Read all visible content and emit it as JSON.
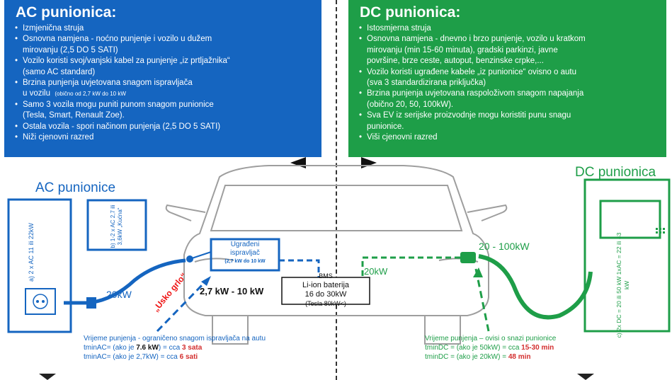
{
  "ac_panel": {
    "title": "AC punionica:",
    "items": [
      "Izmjenična struja",
      "Osnovna namjena - noćno punjenje i vozilo u dužem",
      "mirovanju  (2,5 DO 5 SATI)",
      "Vozilo koristi svoj/vanjski kabel za punjenje „iz prtljažnika“",
      "(samo AC standard)",
      "Brzina punjenja uvjetovana snagom ispravljača",
      "u vozilu",
      "(obično od 2,7 kW do 10 kW",
      "Samo 3 vozila mogu puniti punom snagom punionice",
      "(Tesla, Smart, Renault Zoe).",
      "Ostala vozila - spori načinom punjenja (2,5 DO 5 SATI)",
      "Niži cjenovni razred"
    ]
  },
  "dc_panel": {
    "title": "DC punionica:",
    "items": [
      "Istosmjerna struja",
      "Osnovna namjena - dnevno i brzo punjenje, vozilo u kratkom",
      "mirovanju (min 15-60 minuta), gradski parkinzi, javne",
      "površine, brze ceste, autoput, benzinske crpke,...",
      "Vozilo koristi ugrađene kabele „iz punionice“ ovisno o autu",
      "(sva 3 standardizirana priključka)",
      "Brzina punjenja uvjetovana raspoloživom snagom napajanja",
      "(obično 20, 50, 100kW).",
      "Sva EV iz serijske proizvodnje mogu koristiti punu snagu",
      "punionice.",
      "Viši cjenovni razred"
    ]
  },
  "diagram": {
    "ac_title": "AC punionice",
    "dc_title": "DC punionica",
    "ac_station_label": "a) 2 x AC 11 ili 22kW",
    "ac_home_label": "b) 1-2 x AC 2,7 ili 3,6kW „Kućna“",
    "dc_station_label": "c) 2x DC = 20 ili 50 kW  1xAC = 22 ili 43 kW",
    "rectifier_line1": "Ugrađeni",
    "rectifier_line2": "ispravljač",
    "rectifier_line3": "(2,7 kW do 10 kW",
    "bms_line1": "BMS",
    "bms_line2": "Li-ion baterija",
    "bms_line3": "16  do  30kW",
    "bms_line4": "(Tesla 80kW<)",
    "ac_power": "2,7 kW - 10 kW",
    "ac_cable_power": "20kW",
    "dc_cable_power": "20 - 100kW",
    "dc_inner_power": "20kW",
    "bottleneck": "„Usko grlo“",
    "ac_note_line1": "Vrijeme punjenja  - ograničeno snagom ispravljača na autu",
    "ac_note_line2_a": "tminAC= (ako je ",
    "ac_note_line2_b": "7.6 kW",
    "ac_note_line2_c": ") = cca ",
    "ac_note_line2_d": "3 sata",
    "ac_note_line3_a": "tminAC= (ako je 2,7kW) = cca ",
    "ac_note_line3_b": "6 sati",
    "dc_note_line1": "Vrijeme punjenja – ovisi o snazi punionice",
    "dc_note_line2_a": "tminDC = (ako je 50kW) = cca ",
    "dc_note_line2_b": "15-30 min",
    "dc_note_line3_a": "tminDC = (ako je 20kW) = ",
    "dc_note_line3_b": "48 min"
  },
  "colors": {
    "ac_blue": "#1565c0",
    "dc_green": "#1e9e48",
    "highlight_red": "#d32f2f"
  },
  "icons": [
    "power-socket-icon",
    "charging-plug-icon",
    "car-outline",
    "arrow-left-icon",
    "arrow-right-icon"
  ]
}
